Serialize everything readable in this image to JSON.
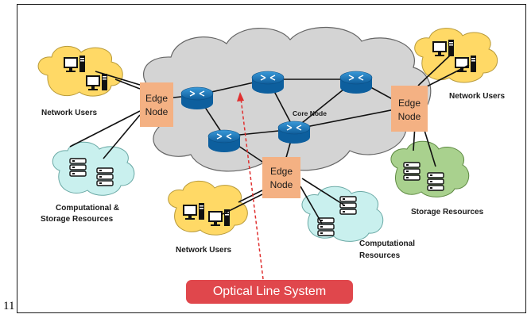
{
  "page_number": "11",
  "cloud_label": "Core Node",
  "optical_line_system": "Optical Line System",
  "edge_nodes": [
    {
      "line1": "Edge",
      "line2": "Node"
    },
    {
      "line1": "Edge",
      "line2": "Node"
    },
    {
      "line1": "Edge",
      "line2": "Node"
    }
  ],
  "labels": {
    "network_users_left": "Network Users",
    "network_users_right": "Network Users",
    "network_users_bottom": "Network Users",
    "comp_storage_line1": "Computational &",
    "comp_storage_line2": "Storage Resources",
    "storage_resources": "Storage Resources",
    "computational_line1": "Computational",
    "computational_line2": "Resources"
  },
  "colors": {
    "cloud_fill": "#d4d4d4",
    "edge_node_fill": "#f4b183",
    "router_fill": "#1f7fc4",
    "yellow_cloud": "#ffd966",
    "cyan_cloud": "#c9f0ee",
    "green_cloud": "#a9d18e",
    "ols_fill": "#e0474c",
    "dashed_arrow": "#e03030"
  }
}
